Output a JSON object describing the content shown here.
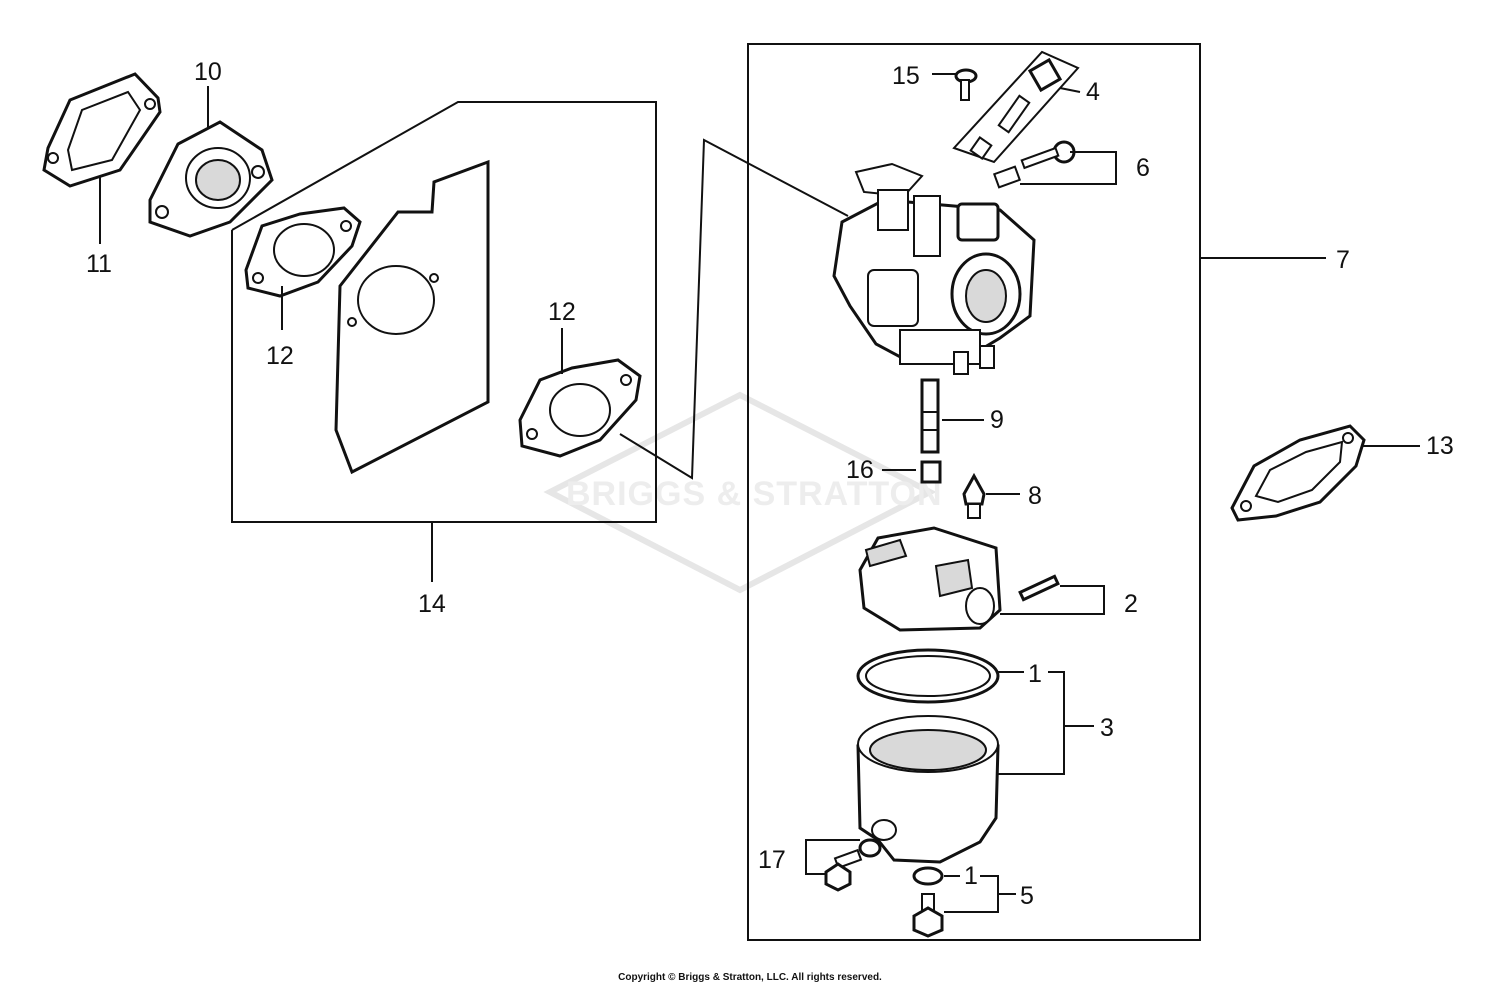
{
  "watermark": {
    "text": "BRIGGS & STRATTON"
  },
  "callouts": [
    {
      "id": "c11",
      "text": "11"
    },
    {
      "id": "c10",
      "text": "10"
    },
    {
      "id": "c12a",
      "text": "12"
    },
    {
      "id": "c12b",
      "text": "12"
    },
    {
      "id": "c14",
      "text": "14"
    },
    {
      "id": "c15",
      "text": "15"
    },
    {
      "id": "c4",
      "text": "4"
    },
    {
      "id": "c6",
      "text": "6"
    },
    {
      "id": "c7",
      "text": "7"
    },
    {
      "id": "c9",
      "text": "9"
    },
    {
      "id": "c16",
      "text": "16"
    },
    {
      "id": "c8",
      "text": "8"
    },
    {
      "id": "c13",
      "text": "13"
    },
    {
      "id": "c2",
      "text": "2"
    },
    {
      "id": "c1a",
      "text": "1"
    },
    {
      "id": "c3",
      "text": "3"
    },
    {
      "id": "c17",
      "text": "17"
    },
    {
      "id": "c1b",
      "text": "1"
    },
    {
      "id": "c5",
      "text": "5"
    }
  ],
  "footer": {
    "copyright": "Copyright © Briggs & Stratton, LLC. All rights reserved."
  }
}
